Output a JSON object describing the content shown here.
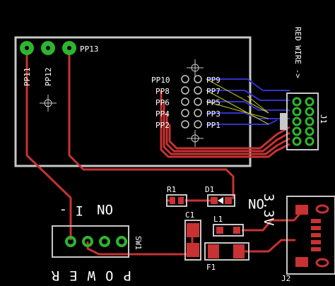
{
  "colors": {
    "background": "#000000",
    "silkscreen": "#ffffff",
    "outline": "#c8c8c8",
    "copper_top": "#c83232",
    "copper_bottom": "#3232c8",
    "pad_green": "#2fb42f",
    "airwire": "#c8c820",
    "pad_red": "#c83232"
  },
  "labels": {
    "pp11": "PP11",
    "pp12": "PP12",
    "pp13": "PP13",
    "pp10": "PP10",
    "pp8": "PP8",
    "pp6": "PP6",
    "pp4": "PP4",
    "pp2": "PP2",
    "pp9": "PP9",
    "pp7": "PP7",
    "pp5": "PP5",
    "pp3": "PP3",
    "pp1": "PP1",
    "red_wire": "RED WIRE ->",
    "j1": "J1",
    "j2": "J2",
    "r1": "R1",
    "d1": "D1",
    "c1": "C1",
    "l1": "L1",
    "f1": "F1",
    "sw1": "SW1",
    "on_3v3": "ON",
    "v3v3": "3.3V",
    "on_switch": "ON",
    "one_dash": "I -",
    "power": "POWER"
  }
}
